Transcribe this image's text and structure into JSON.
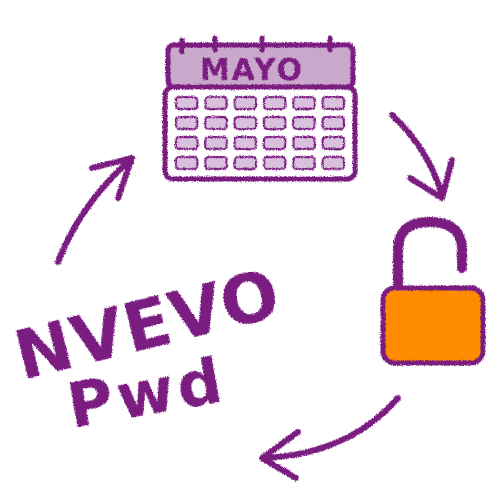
{
  "calendar": {
    "month_label": "MAYO",
    "rows": 4,
    "cols": 6
  },
  "password_note": {
    "line1": "NVEVO",
    "line2": "Pwd"
  },
  "colors": {
    "ink": "#7a1a80",
    "lock_body": "#ff8c00",
    "background": "#ffffff"
  },
  "icons": {
    "calendar": "calendar-icon",
    "lock": "padlock-open-icon",
    "arrows": "cycle-arrow-icon"
  }
}
